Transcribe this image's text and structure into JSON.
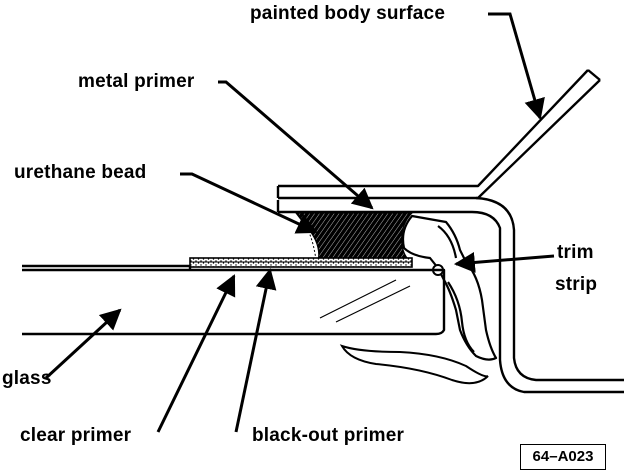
{
  "labels": {
    "painted_body_surface": "painted body surface",
    "metal_primer": "metal primer",
    "urethane_bead": "urethane bead",
    "trim_strip_line1": "trim",
    "trim_strip_line2": "strip",
    "glass": "glass",
    "clear_primer": "clear primer",
    "black_out_primer": "black-out primer"
  },
  "figure_code": "64–A023",
  "colors": {
    "ink": "#000000",
    "paper": "#ffffff"
  }
}
